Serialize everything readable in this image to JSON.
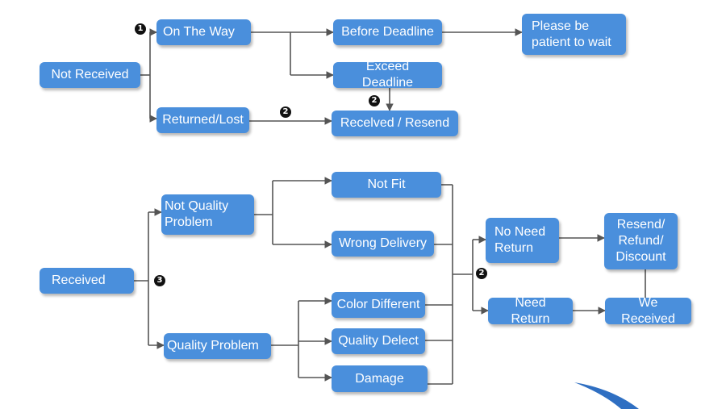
{
  "colors": {
    "box_fill": "#4a8fdc",
    "box_text": "#ffffff",
    "connector": "#555555",
    "badge": "#111111",
    "decor_arc": "#2f6fc2"
  },
  "nodes": {
    "not_received": "Not   Received",
    "on_the_way": "On The Way",
    "returned_lost": "Returned/Lost",
    "before_deadline": "Before Deadline",
    "exceed_deadline": "Exceed Deadline",
    "received_resend": "Recelved / Resend",
    "please_wait": "Please be\npatient to wait",
    "received": "Received",
    "not_quality_problem": "Not   Quality\nProblem",
    "quality_problem": "Quality Problem",
    "not_fit": "Not Fit",
    "wrong_delivery": "Wrong Delivery",
    "color_different": "Color Different",
    "quality_delect": "Quality Delect",
    "damage": "Damage",
    "no_need_return": "No Need\nReturn",
    "need_return": "Need Return",
    "resend_refund_discount": "Resend/\nRefund/\nDiscount",
    "we_received": "We Received"
  },
  "badges": {
    "b1": "1",
    "b2a": "2",
    "b2b": "2",
    "b3": "3",
    "b2c": "2"
  }
}
